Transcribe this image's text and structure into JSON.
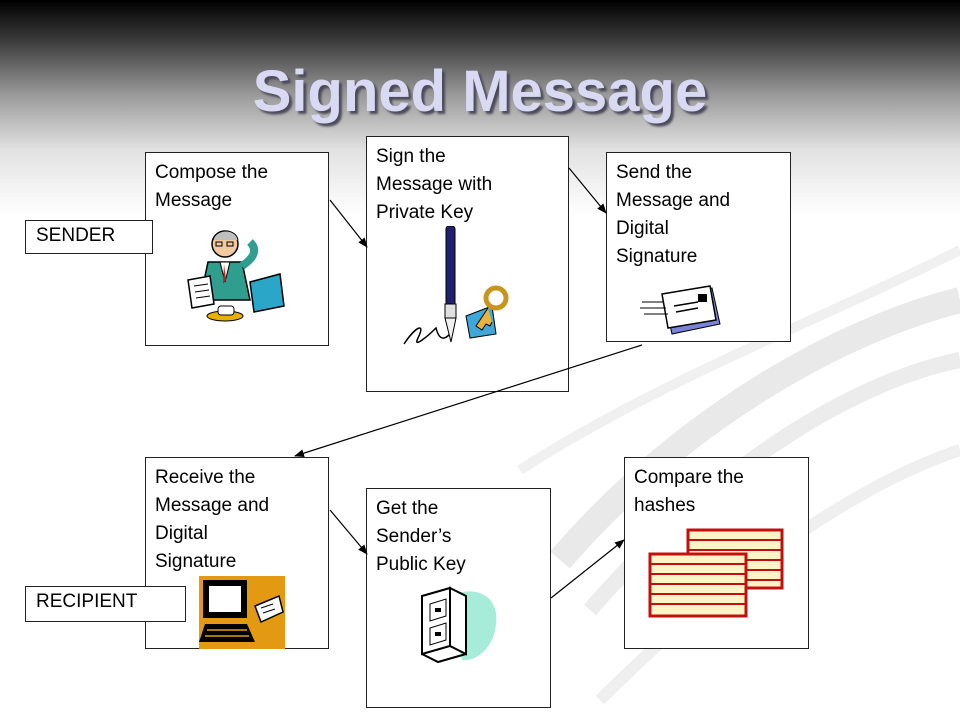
{
  "title": "Signed Message",
  "roles": {
    "sender": "SENDER",
    "recipient": "RECIPIENT"
  },
  "steps": [
    {
      "label": "Compose the\nMessage",
      "icon": "businessman-at-desk-icon"
    },
    {
      "label": "Sign the\nMessage with\nPrivate Key",
      "icon": "fountain-pen-and-key-icon"
    },
    {
      "label": "Send the\nMessage and\nDigital\nSignature",
      "icon": "envelope-icon"
    },
    {
      "label": "Receive the\nMessage and\nDigital\nSignature",
      "icon": "computer-with-mail-icon"
    },
    {
      "label": "Get the\nSender’s\nPublic Key",
      "icon": "filing-cabinet-icon"
    },
    {
      "label": "Compare the\nhashes",
      "icon": "stacked-documents-icon"
    }
  ],
  "colors": {
    "title_fill": "#d9d9f4",
    "title_shadow": "#4a4a5a",
    "box_border": "#222222",
    "arrow": "#000000"
  }
}
